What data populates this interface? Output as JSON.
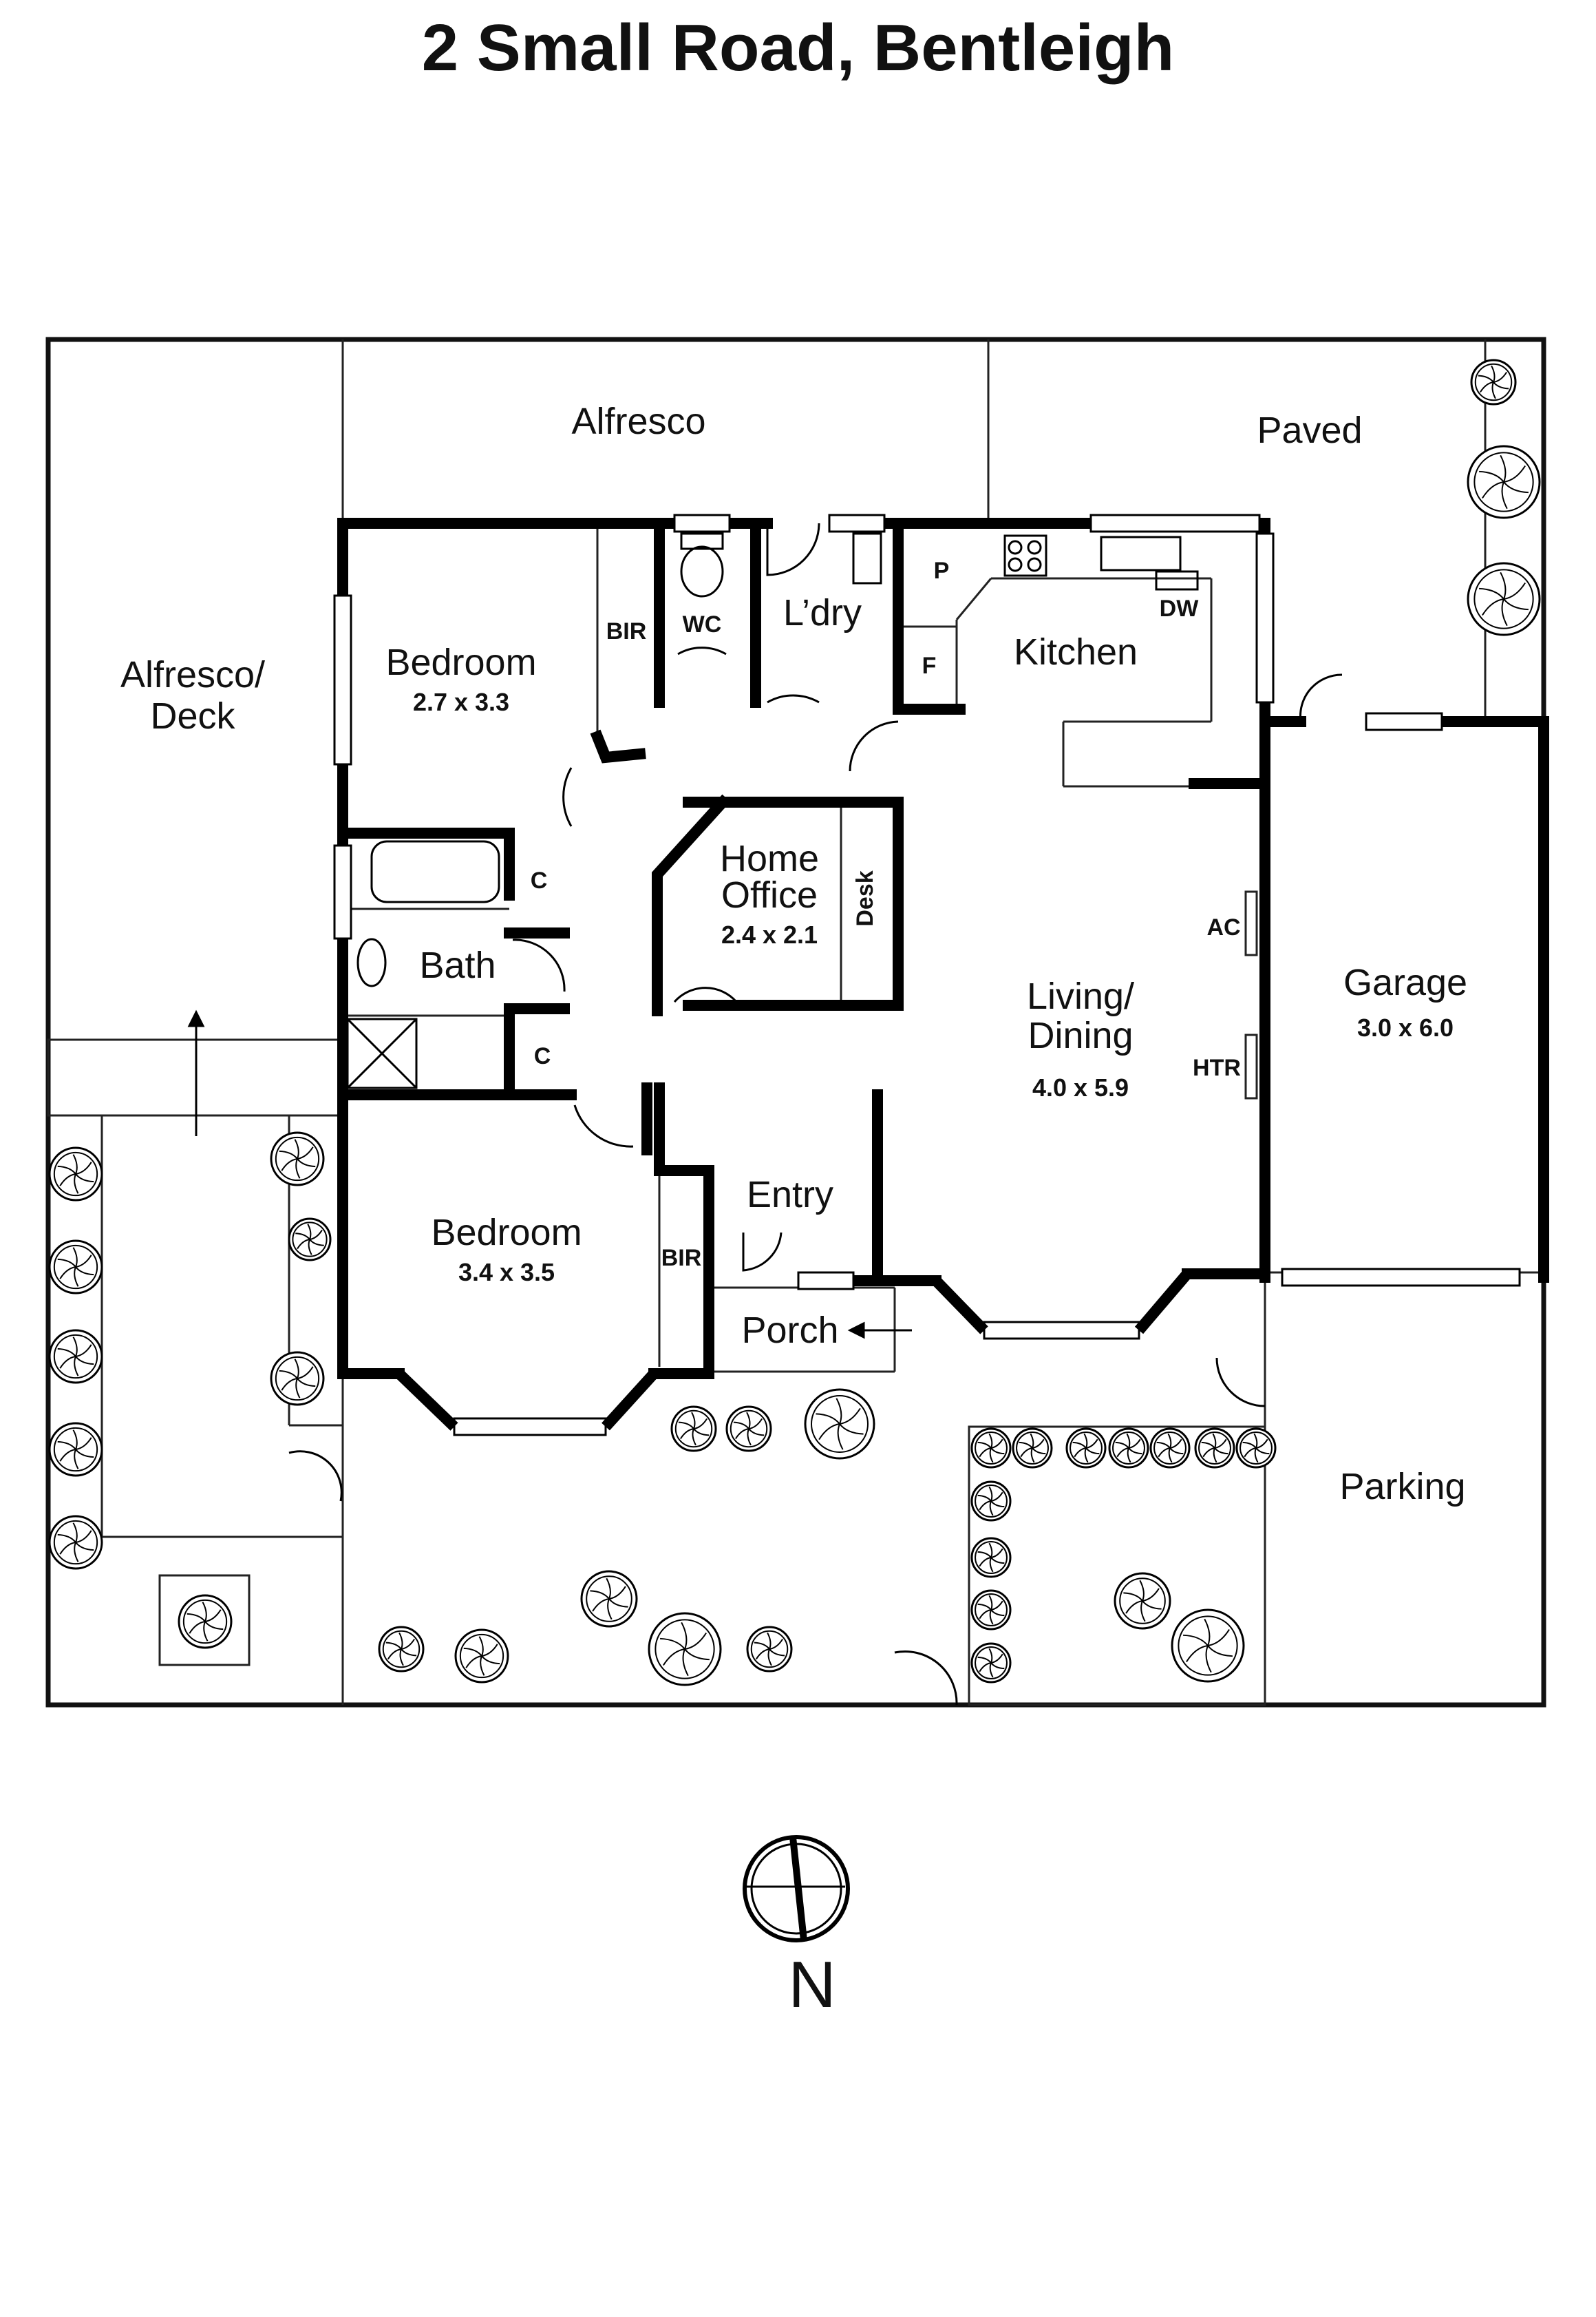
{
  "title": "2 Small Road, Bentleigh",
  "rooms": {
    "alfresco": "Alfresco",
    "paved": "Paved",
    "alfresco_deck_line1": "Alfresco/",
    "alfresco_deck_line2": "Deck",
    "bedroom1": {
      "name": "Bedroom",
      "size": "2.7 x 3.3"
    },
    "bir1": "BIR",
    "wc": "WC",
    "laundry": "L’dry",
    "pantry": "P",
    "fridge": "F",
    "kitchen": "Kitchen",
    "dishwasher": "DW",
    "closet1": "C",
    "closet2": "C",
    "home_office": {
      "line1": "Home",
      "line2": "Office",
      "size": "2.4 x 2.1"
    },
    "desk": "Desk",
    "bath": "Bath",
    "ac": "AC",
    "htr": "HTR",
    "living": {
      "line1": "Living/",
      "line2": "Dining",
      "size": "4.0 x 5.9"
    },
    "garage": {
      "name": "Garage",
      "size": "3.0 x 6.0"
    },
    "bedroom2": {
      "name": "Bedroom",
      "size": "3.4 x 3.5"
    },
    "bir2": "BIR",
    "entry": "Entry",
    "porch": "Porch",
    "parking": "Parking"
  },
  "compass": {
    "label": "N"
  },
  "colors": {
    "wall": "#000000",
    "line": "#222222",
    "background": "#ffffff"
  }
}
